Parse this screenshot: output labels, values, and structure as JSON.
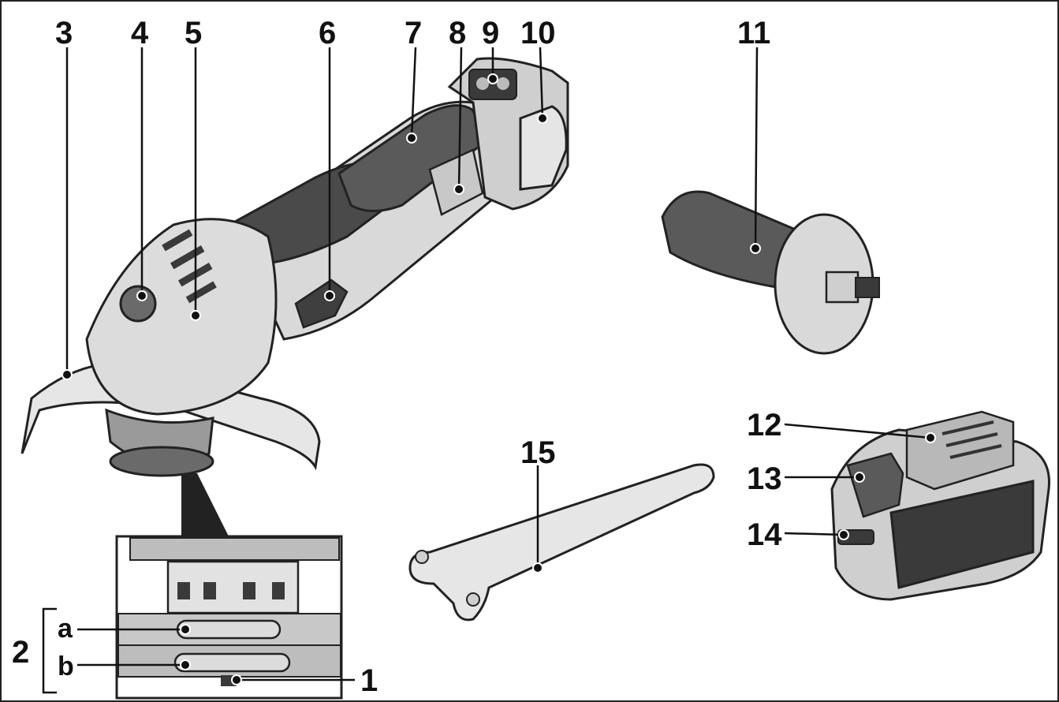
{
  "colors": {
    "outline": "#222222",
    "light_part": "#d9d9d9",
    "mid_part": "#9a9a9a",
    "dark_part": "#4a4a4a",
    "darker_part": "#3a3a3a"
  },
  "callouts": {
    "c1": "1",
    "c2": "2",
    "c2a": "a",
    "c2b": "b",
    "c3": "3",
    "c4": "4",
    "c5": "5",
    "c6": "6",
    "c7": "7",
    "c8": "8",
    "c9": "9",
    "c10": "10",
    "c11": "11",
    "c12": "12",
    "c13": "13",
    "c14": "14",
    "c15": "15"
  }
}
